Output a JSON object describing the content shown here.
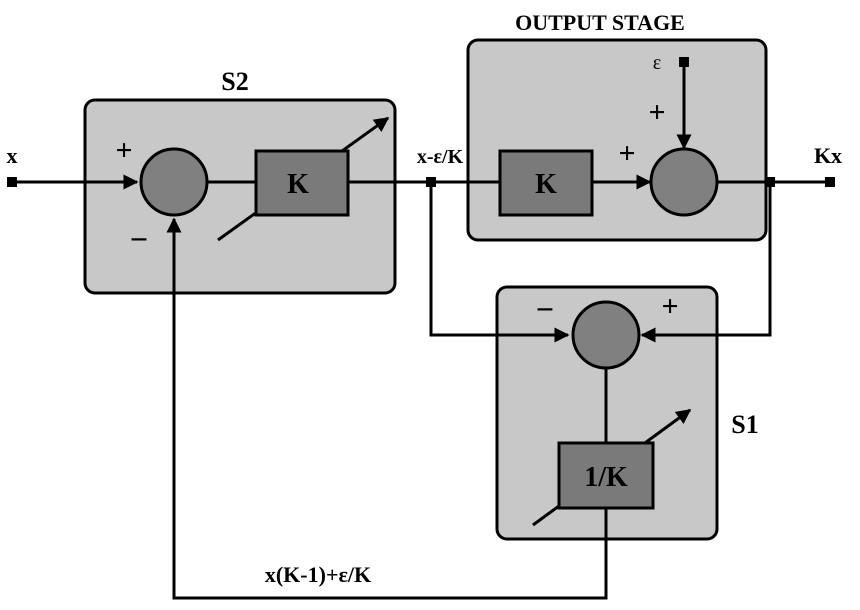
{
  "stages": {
    "s2": {
      "title": "S2",
      "block_label": "K",
      "sign_plus": "+",
      "sign_minus": "−"
    },
    "output": {
      "title": "OUTPUT STAGE",
      "block_label": "K",
      "sign_plus_left": "+",
      "sign_plus_top": "+",
      "error_input": "ε"
    },
    "s1": {
      "title": "S1",
      "block_label": "1/K",
      "sign_minus": "−",
      "sign_plus": "+"
    }
  },
  "signals": {
    "input": "x",
    "intermediate": "x-ε/K",
    "output": "Kx",
    "feedback": "x(K-1)+ε/K"
  },
  "colors": {
    "panel": "#c8c8c8",
    "block": "#7a7a7a",
    "summer": "#808080",
    "line": "#000000"
  }
}
